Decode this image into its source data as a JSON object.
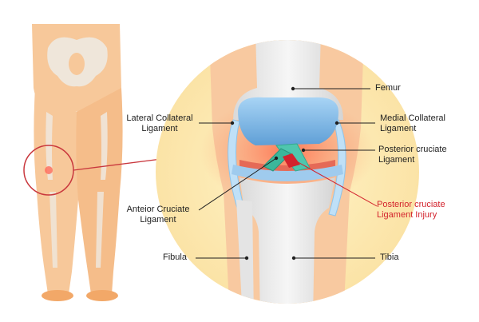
{
  "labels": {
    "femur": "Femur",
    "lateral_collateral": "Lateral Collateral\nLigament",
    "medial_collateral": "Medial Collateral\nLigament",
    "posterior_cruciate": "Posterior cruciate\nLigament",
    "posterior_cruciate_injury": "Posterior cruciate\nLigament Injury",
    "anterior_cruciate": "Anteior Cruciate\nLigament",
    "fibula": "Fibula",
    "tibia": "Tibia"
  },
  "colors": {
    "skin": "#f7c89a",
    "skin_shadow": "#f2a868",
    "bone": "#ececec",
    "cartilage": "#7fb8e6",
    "ligament": "#4fc6ae",
    "injury": "#d3232d",
    "halo": "#fbe7ae"
  }
}
